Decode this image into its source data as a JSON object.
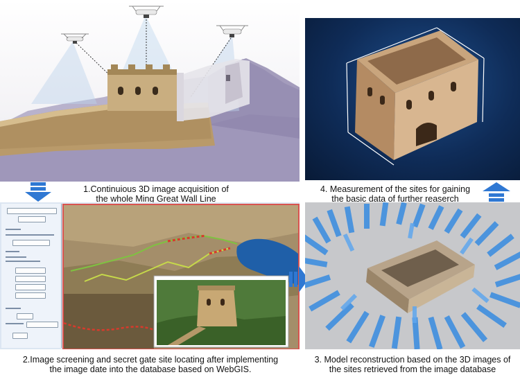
{
  "captions": {
    "step1": {
      "line1": "1.Continuious 3D image acquisition of",
      "line2": "the whole Ming Great Wall Line"
    },
    "step2": {
      "line1": "2.Image screening and secret gate site locating after implementing",
      "line2": "the image date into the database based on WebGIS."
    },
    "step3": {
      "line1": "3. Model reconstruction based on the 3D images of",
      "line2": "the sites retrieved from the image database"
    },
    "step4": {
      "line1": "4. Measurement of the sites for gaining",
      "line2": "the basic data of further reaserch"
    }
  },
  "colors": {
    "arrow": "#2f78d3",
    "map_border": "#d9534f",
    "model_background": "#0f2c58",
    "camera_blue": "#3f8fe0"
  },
  "icons": {
    "down_arrow": "double-down-arrow-icon",
    "right_arrow": "double-right-arrow-icon",
    "up_arrow": "double-up-arrow-icon",
    "drone": "drone-icon"
  }
}
